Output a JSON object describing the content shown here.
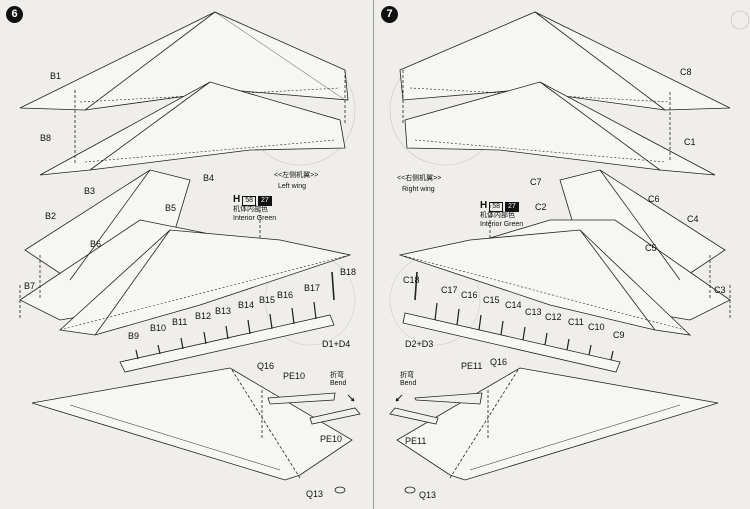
{
  "left_step": {
    "number": "6",
    "wing_label_cn": "<<左侧机翼>>",
    "wing_label_en": "Left wing",
    "paint_code": "H",
    "paint_box1": "58",
    "paint_box2": "27",
    "paint_cn": "机体内部色",
    "paint_en": "Interior Green",
    "bend_cn": "折弯",
    "bend_en": "Bend",
    "parts": {
      "b1": "B1",
      "b8": "B8",
      "b3": "B3",
      "b4": "B4",
      "b2": "B2",
      "b5": "B5",
      "b6": "B6",
      "b7": "B7",
      "b18": "B18",
      "b17": "B17",
      "b16": "B16",
      "b15": "B15",
      "b14": "B14",
      "b13": "B13",
      "b12": "B12",
      "b11": "B11",
      "b10": "B10",
      "b9": "B9",
      "d1d4": "D1+D4",
      "q16": "Q16",
      "pe10a": "PE10",
      "pe10b": "PE10",
      "q13": "Q13"
    }
  },
  "right_step": {
    "number": "7",
    "wing_label_cn": "<<右侧机翼>>",
    "wing_label_en": "Right wing",
    "paint_code": "H",
    "paint_box1": "58",
    "paint_box2": "27",
    "paint_cn": "机体内部色",
    "paint_en": "Interior Green",
    "bend_cn": "折弯",
    "bend_en": "Bend",
    "parts": {
      "c8": "C8",
      "c1": "C1",
      "c7": "C7",
      "c6": "C6",
      "c2": "C2",
      "c4": "C4",
      "c5": "C5",
      "c18": "C18",
      "c17": "C17",
      "c16": "C16",
      "c15": "C15",
      "c14": "C14",
      "c13": "C13",
      "c12": "C12",
      "c11": "C11",
      "c10": "C10",
      "c3": "C3",
      "c9": "C9",
      "d2d3": "D2+D3",
      "pe11a": "PE11",
      "q16": "Q16",
      "pe11b": "PE11",
      "q13": "Q13"
    }
  }
}
